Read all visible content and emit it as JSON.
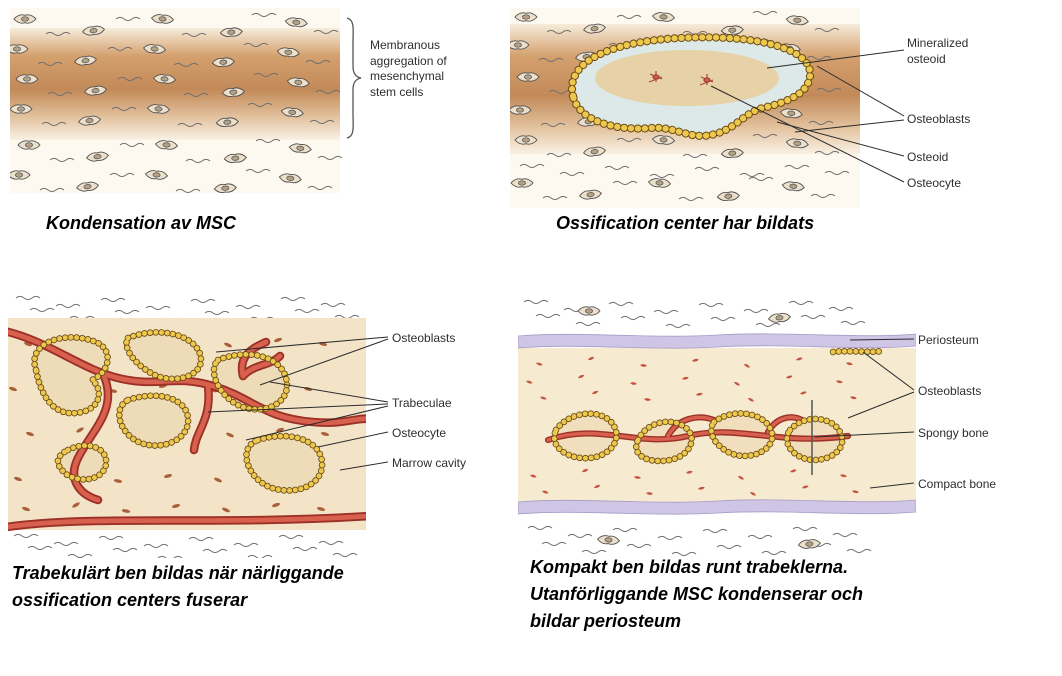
{
  "panels": {
    "panel1": {
      "caption": "Kondensation av MSC",
      "annotation": "Membranous\naggregation of\nmesenchymal\nstem cells"
    },
    "panel2": {
      "caption": "Ossification center har bildats",
      "labels": {
        "mineralized_osteoid": "Mineralized\nosteoid",
        "osteoblasts": "Osteoblasts",
        "osteoid": "Osteoid",
        "osteocyte": "Osteocyte"
      }
    },
    "panel3": {
      "caption": "Trabekulärt ben bildas när närliggande\nossification centers fuserar",
      "labels": {
        "osteoblasts": "Osteoblasts",
        "trabeculae": "Trabeculae",
        "osteocyte": "Osteocyte",
        "marrow_cavity": "Marrow cavity"
      }
    },
    "panel4": {
      "caption": "Kompakt ben bildas runt trabeklerna.\nUtanförliggande MSC kondenserar och\nbildar periosteum",
      "labels": {
        "periosteum": "Periosteum",
        "osteoblasts": "Osteoblasts",
        "spongy_bone": "Spongy bone",
        "compact_bone": "Compact bone"
      }
    }
  },
  "colors": {
    "band_brown": "#c28a58",
    "cream": "#f3e4c8",
    "osteoblast_bead": "#edc84f",
    "bead_outline": "#6a4a14",
    "blood_vessel": "#d8604e",
    "periosteum_purple": "#cfc5e4",
    "osteoid_blue": "#dde9e9",
    "mineralized_tan": "#e7d0a2"
  }
}
